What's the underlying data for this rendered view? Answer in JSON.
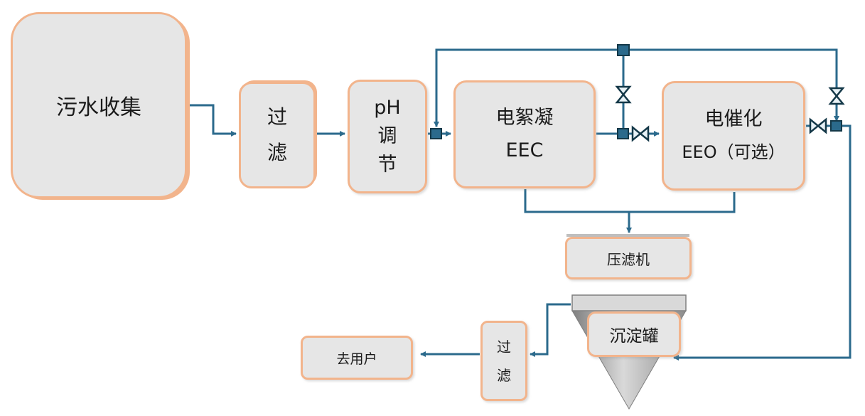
{
  "nodes": {
    "collect": "污水收集",
    "filter1": [
      "过",
      "滤"
    ],
    "ph": [
      "pH",
      "调",
      "节"
    ],
    "eec": [
      "电絮凝",
      "EEC"
    ],
    "eeo": [
      "电催化",
      "EEO（可选）"
    ],
    "press": "压滤机",
    "tank": "沉淀罐",
    "filter2": [
      "过",
      "滤"
    ],
    "user": "去用户"
  },
  "colors": {
    "line": "#2b6a8c",
    "box_fill": "#e6e6e6",
    "box_border": "#f2b48c",
    "valve": "#1f4e66"
  }
}
